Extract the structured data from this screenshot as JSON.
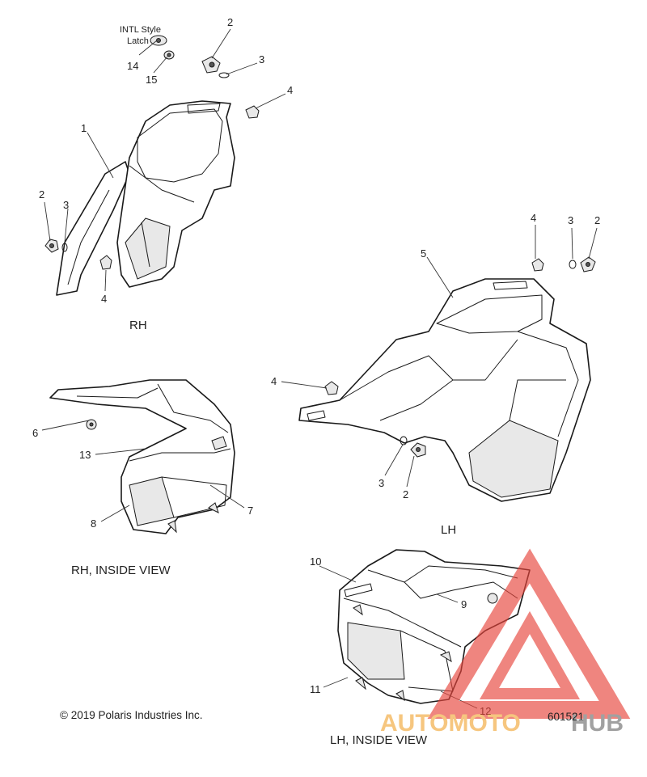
{
  "note": {
    "line1": "INTL Style",
    "line2": "Latch"
  },
  "callouts": {
    "c1": "1",
    "c2a": "2",
    "c3a": "3",
    "c4a": "4",
    "c14": "14",
    "c15": "15",
    "c2b": "2",
    "c3b": "3",
    "c4b": "4",
    "c4c": "4",
    "c3c": "3",
    "c2c": "2",
    "c5": "5",
    "c4d": "4",
    "c3d": "3",
    "c2d": "2",
    "c6": "6",
    "c13": "13",
    "c7": "7",
    "c8": "8",
    "c10": "10",
    "c9": "9",
    "c11": "11",
    "c12": "12"
  },
  "views": {
    "rh": "RH",
    "lh": "LH",
    "rh_inside": "RH, INSIDE VIEW",
    "lh_inside": "LH, INSIDE VIEW"
  },
  "copyright": "© 2019 Polaris Industries Inc.",
  "diagram_number": "601521",
  "watermark": {
    "part1": "AUTOMOTO",
    "part2": "HUB"
  },
  "colors": {
    "watermark_orange": "#f2a93b",
    "watermark_red": "#e8453c",
    "watermark_gray": "#6f6f6f"
  }
}
